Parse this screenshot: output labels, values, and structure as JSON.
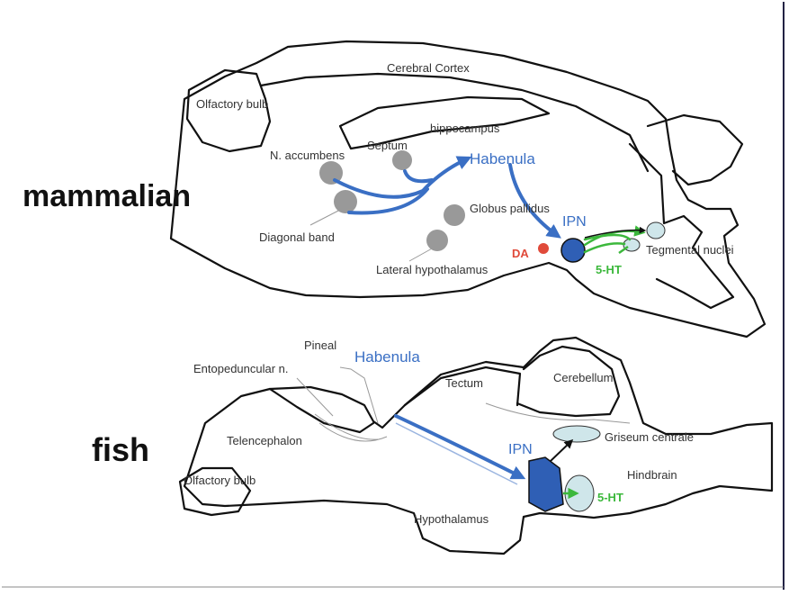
{
  "colors": {
    "pathway": "#3a6fc4",
    "ipn_fill": "#2f5fb5",
    "dopamine": "#e04a3a",
    "serotonin": "#3cb83c",
    "nucleus_gray": "#999999",
    "target_light": "#cfe6ea",
    "outline": "#111111"
  },
  "mammalian": {
    "heading": "mammalian",
    "labels": {
      "cortex": "Cerebral Cortex",
      "olfactory": "Olfactory bulb",
      "hippocampus": "hippocampus",
      "septum": "Septum",
      "accumbens": "N. accumbens",
      "habenula": "Habenula",
      "diagonal": "Diagonal band",
      "globus": "Globus pallidus",
      "lateral": "Lateral hypothalamus",
      "ipn": "IPN",
      "da": "DA",
      "ht": "5-HT",
      "tegmental": "Tegmental nuclei"
    }
  },
  "fish": {
    "heading": "fish",
    "labels": {
      "pineal": "Pineal",
      "habenula": "Habenula",
      "entopeduncular": "Entopeduncular n.",
      "tectum": "Tectum",
      "cerebellum": "Cerebellum",
      "telencephalon": "Telencephalon",
      "olfactory": "Olfactory bulb",
      "ipn": "IPN",
      "griseum": "Griseum centrale",
      "hindbrain": "Hindbrain",
      "ht": "5-HT",
      "hypothalamus": "Hypothalamus"
    }
  }
}
